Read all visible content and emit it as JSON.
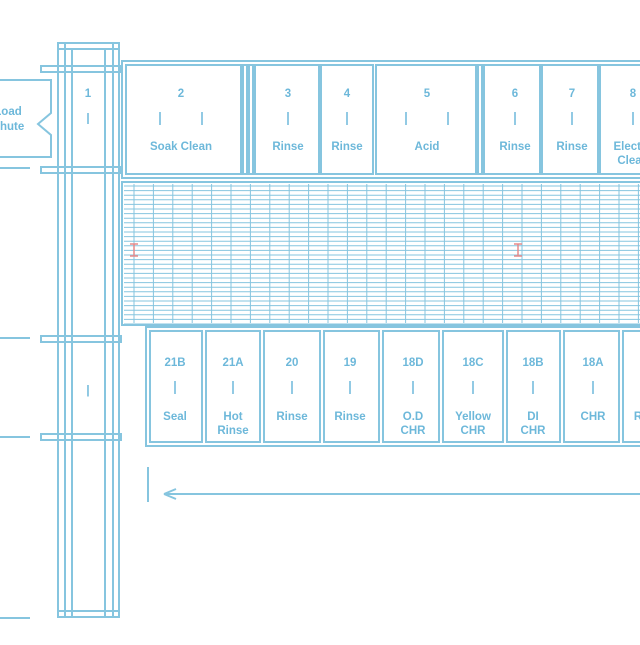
{
  "colors": {
    "line": "#86c5df",
    "text": "#6db8da",
    "marker": "#e58a8a",
    "background": "#ffffff"
  },
  "load_chute": {
    "line1": "Load",
    "line2": "Chute"
  },
  "column": {
    "label": "1"
  },
  "aux_tank": {
    "label": "|"
  },
  "top_tanks": [
    {
      "number": "2",
      "label": [
        "Soak Clean"
      ],
      "markers": 2
    },
    {
      "number": "3",
      "label": [
        "Rinse"
      ],
      "markers": 1
    },
    {
      "number": "4",
      "label": [
        "Rinse"
      ],
      "markers": 1
    },
    {
      "number": "5",
      "label": [
        "Acid"
      ],
      "markers": 2
    },
    {
      "number": "6",
      "label": [
        "Rinse"
      ],
      "markers": 1
    },
    {
      "number": "7",
      "label": [
        "Rinse"
      ],
      "markers": 1
    },
    {
      "number": "8",
      "label": [
        "Electro",
        "Clean"
      ],
      "markers": 1
    }
  ],
  "bottom_tanks": [
    {
      "number": "21B",
      "label": [
        "Seal"
      ]
    },
    {
      "number": "21A",
      "label": [
        "Hot",
        "Rinse"
      ]
    },
    {
      "number": "20",
      "label": [
        "Rinse"
      ]
    },
    {
      "number": "19",
      "label": [
        "Rinse"
      ]
    },
    {
      "number": "18D",
      "label": [
        "O.D",
        "CHR"
      ]
    },
    {
      "number": "18C",
      "label": [
        "Yellow",
        "CHR"
      ]
    },
    {
      "number": "18B",
      "label": [
        "DI",
        "CHR"
      ]
    },
    {
      "number": "18A",
      "label": [
        "CHR"
      ]
    },
    {
      "number": "",
      "label": [
        "R"
      ]
    }
  ],
  "flow_arrow": {
    "direction": "left"
  }
}
